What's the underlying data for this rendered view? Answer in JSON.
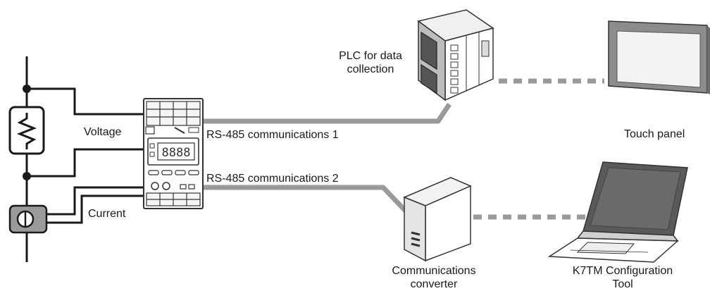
{
  "labels": {
    "voltage": "Voltage",
    "current": "Current",
    "rs485_1": "RS-485 communications 1",
    "rs485_2": "RS-485 communications 2",
    "plc_line1": "PLC for data",
    "plc_line2": "collection",
    "touch_panel": "Touch panel",
    "converter_line1": "Communications",
    "converter_line2": "converter",
    "k7tm_line1": "K7TM Configuration",
    "k7tm_line2": "Tool"
  },
  "colors": {
    "line_dark": "#1a1a1a",
    "comm_line": "#9a9a9a",
    "device_outline": "#333333",
    "panel_frame": "#8c8c8c",
    "panel_screen": "#f2f2f2"
  },
  "icons": [
    "resistor-icon",
    "current-transformer-icon",
    "power-monitor-device",
    "plc-icon",
    "touch-panel-icon",
    "converter-icon",
    "laptop-icon"
  ]
}
